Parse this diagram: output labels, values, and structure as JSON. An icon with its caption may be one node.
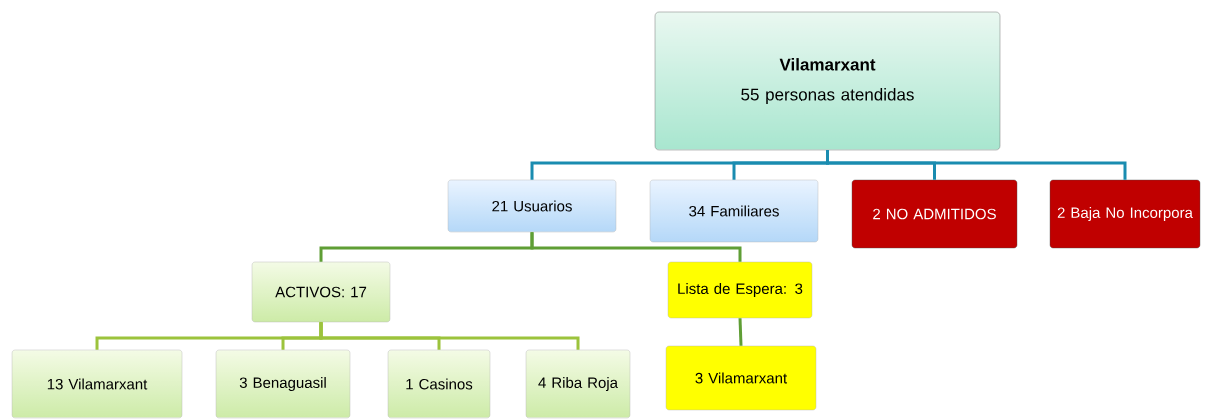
{
  "diagram": {
    "nodes": [
      {
        "text": [
          "Vilamarxant",
          "55 personas atendidas"
        ]
      },
      {
        "text": [
          "21 Usuarios"
        ]
      },
      {
        "text": [
          "34 Familiares"
        ]
      },
      {
        "text": [
          "2 NO ADMITIDOS"
        ]
      },
      {
        "text": [
          "2 Baja No Incorpora"
        ]
      },
      {
        "text": [
          "ACTIVOS: 17"
        ]
      },
      {
        "text": [
          "Lista de Espera: 3"
        ]
      },
      {
        "text": [
          "13 Vilamarxant"
        ]
      },
      {
        "text": [
          "3 Benaguasil"
        ]
      },
      {
        "text": [
          "1 Casinos"
        ]
      },
      {
        "text": [
          "4 Riba Roja"
        ]
      },
      {
        "text": [
          "3 Vilamarxant"
        ]
      }
    ],
    "edges": [
      {
        "from": 0,
        "to": 1,
        "arrow": "none"
      },
      {
        "from": 0,
        "to": 2,
        "arrow": "none"
      },
      {
        "from": 0,
        "to": 3,
        "arrow": "none"
      },
      {
        "from": 0,
        "to": 4,
        "arrow": "none"
      },
      {
        "from": 1,
        "to": 5,
        "arrow": "none",
        "color": "#5f9e35"
      },
      {
        "from": 1,
        "to": 6,
        "arrow": "none",
        "color": "#5f9e35"
      },
      {
        "from": 5,
        "to": 7,
        "arrow": "none",
        "color": "#9cc33c"
      },
      {
        "from": 5,
        "to": 8,
        "arrow": "none",
        "color": "#9cc33c"
      },
      {
        "from": 5,
        "to": 9,
        "arrow": "none",
        "color": "#9cc33c"
      },
      {
        "from": 5,
        "to": 10,
        "arrow": "none",
        "color": "#9cc33c"
      },
      {
        "from": 6,
        "to": 11,
        "arrow": "none",
        "color": "#5f9e35"
      }
    ]
  }
}
